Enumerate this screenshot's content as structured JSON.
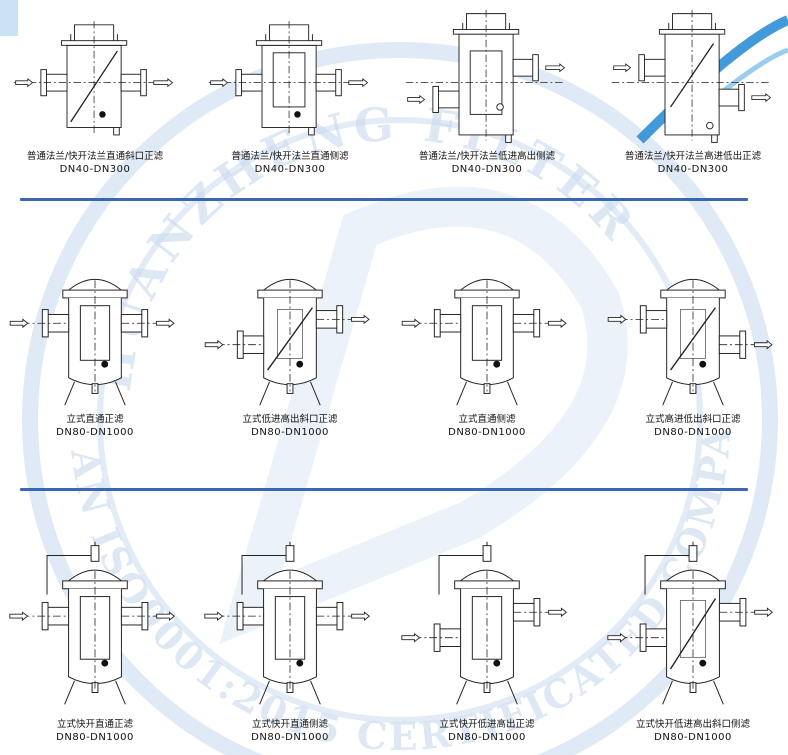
{
  "colors": {
    "divider": "#3a66b6",
    "watermark": "#c7d9ee",
    "swoosh": "#2f8fd6",
    "line": "#222222"
  },
  "watermark": {
    "arc_top": "HUANZHENG FILTER",
    "arc_bottom": "AN ISO9001:2015 CERTIFICATED COMPANY"
  },
  "rows": [
    {
      "items": [
        {
          "name": "普通法兰/快开法兰直通斜口正滤",
          "size": "DN40-DN300",
          "kind": "h-straight-diag"
        },
        {
          "name": "普通法兰/快开法兰直通侧滤",
          "size": "DN40-DN300",
          "kind": "h-straight-side"
        },
        {
          "name": "普通法兰/快开法兰低进高出侧滤",
          "size": "DN40-DN300",
          "kind": "h-low-high"
        },
        {
          "name": "普通法兰/快开法兰高进低出正滤",
          "size": "DN40-DN300",
          "kind": "h-high-low"
        }
      ]
    },
    {
      "items": [
        {
          "name": "立式直通正滤",
          "size": "DN80-DN1000",
          "kind": "v-straight"
        },
        {
          "name": "立式低进高出斜口正滤",
          "size": "DN80-DN1000",
          "kind": "v-low-high-diag"
        },
        {
          "name": "立式直通侧滤",
          "size": "DN80-DN1000",
          "kind": "v-straight-side"
        },
        {
          "name": "立式高进低出斜口正滤",
          "size": "DN80-DN1000",
          "kind": "v-high-low-diag"
        }
      ]
    },
    {
      "items": [
        {
          "name": "立式快开直通正滤",
          "size": "DN80-DN1000",
          "kind": "q-straight"
        },
        {
          "name": "立式快开直通侧滤",
          "size": "DN80-DN1000",
          "kind": "q-straight-side"
        },
        {
          "name": "立式快开低进高出正滤",
          "size": "DN80-DN1000",
          "kind": "q-low-high"
        },
        {
          "name": "立式快开低进高出斜口侧滤",
          "size": "DN80-DN1000",
          "kind": "q-low-high-diag"
        }
      ]
    }
  ]
}
